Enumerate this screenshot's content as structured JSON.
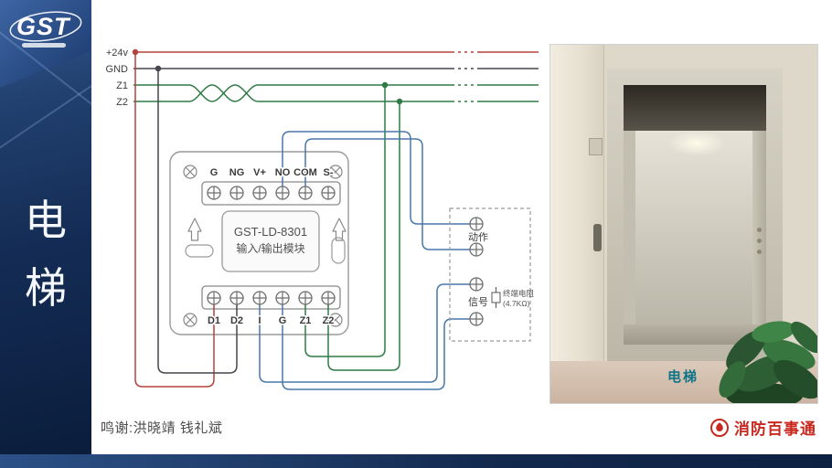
{
  "sidebar": {
    "logo": "GST",
    "title": [
      "电",
      "梯"
    ]
  },
  "diagram": {
    "bus": [
      "+24v",
      "GND",
      "Z1",
      "Z2"
    ],
    "module": {
      "name": "GST-LD-8301",
      "subtitle": "输入/输出模块",
      "top_terminals": [
        "G",
        "NG",
        "V+",
        "NO",
        "COM",
        "S-"
      ],
      "bottom_terminals": [
        "D1",
        "D2",
        "I",
        "G",
        "Z1",
        "Z2"
      ]
    },
    "elevator_terminals": {
      "action": "动作",
      "signal": "信号",
      "resistor": [
        "终端电阻",
        "(4.7KΩ)"
      ]
    },
    "wire_colors": {
      "power": "#b5423b",
      "ground": "#45454d",
      "loop": "#2f7b45",
      "signal": "#4a77ab"
    }
  },
  "photo": {
    "caption": "电梯"
  },
  "footer": {
    "credits": "鸣谢:洪晓靖 钱礼斌",
    "brand": "消防百事通",
    "brand_color": "#c8281e"
  }
}
